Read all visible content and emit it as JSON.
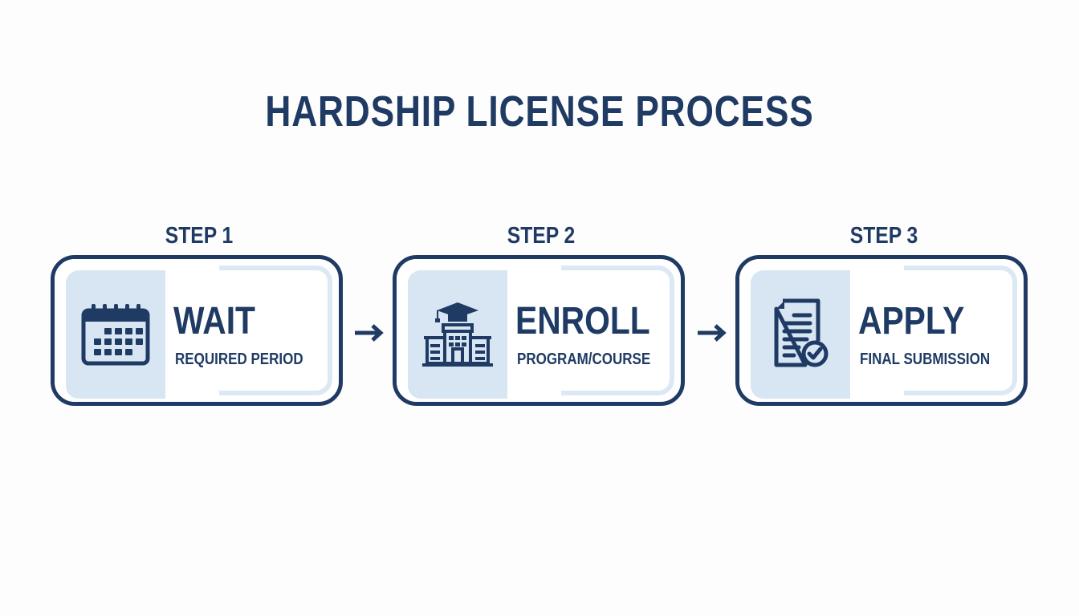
{
  "title": "HARDSHIP LICENSE PROCESS",
  "colors": {
    "navy": "#1f3b64",
    "light_blue": "#d8e6f3",
    "border_light": "#dce9f5",
    "background": "#fdfdfd"
  },
  "steps": [
    {
      "label": "STEP 1",
      "title": "WAIT",
      "subtitle": "REQUIRED PERIOD",
      "icon": "calendar-icon"
    },
    {
      "label": "STEP 2",
      "title": "ENROLL",
      "subtitle": "PROGRAM/COURSE",
      "icon": "school-graduation-icon"
    },
    {
      "label": "STEP 3",
      "title": "APPLY",
      "subtitle": "FINAL SUBMISSION",
      "icon": "document-check-icon"
    }
  ],
  "connectors": [
    "arrow-right-icon",
    "arrow-right-icon"
  ]
}
